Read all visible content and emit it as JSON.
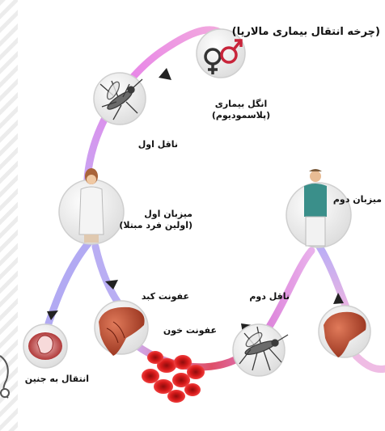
{
  "title": "(چرخه انتقال بیماری مالاریا)",
  "nodes": [
    {
      "id": "parasite",
      "label_lines": [
        "انگل بیماری",
        "(پلاسمودیوم)"
      ],
      "icon": "gender-symbols-icon"
    },
    {
      "id": "vector1",
      "label_lines": [
        "ناقل اول"
      ],
      "icon": "mosquito-icon"
    },
    {
      "id": "host1",
      "label_lines": [
        "میزبان اول",
        "(اولین فرد مبتلا)"
      ],
      "icon": "woman-icon"
    },
    {
      "id": "fetal",
      "label_lines": [
        "انتقال به جنین"
      ],
      "icon": "fetus-icon"
    },
    {
      "id": "liver1",
      "label_lines": [
        "عفونت کبد"
      ],
      "icon": "liver-icon"
    },
    {
      "id": "blood",
      "label_lines": [
        "عفونت خون"
      ],
      "icon": "red-blood-cells-icon"
    },
    {
      "id": "vector2",
      "label_lines": [
        "ناقل دوم"
      ],
      "icon": "mosquito-icon"
    },
    {
      "id": "host2",
      "label_lines": [
        "میزبان دوم"
      ],
      "icon": "man-icon"
    },
    {
      "id": "liver2",
      "label_lines": [],
      "icon": "liver-icon"
    }
  ],
  "colors": {
    "path_pink": "#e36fe4",
    "path_blue": "#8f8ef3",
    "path_red": "#d9304e",
    "liver": "#b8422a",
    "blood_cell": "#d61a1a",
    "circle_bg": "#f2f2f2"
  }
}
